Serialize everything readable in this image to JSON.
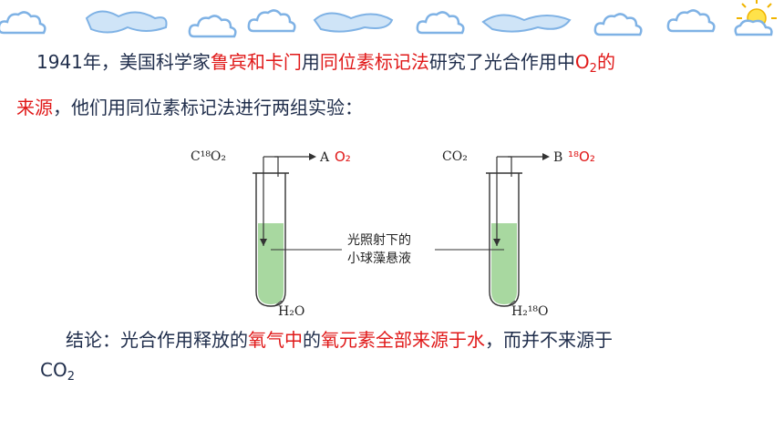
{
  "text": {
    "p1_a": "1941年，美国科学家",
    "p1_red1": "鲁宾和卡门",
    "p1_b": "用",
    "p1_red2": "同位素标记法",
    "p1_c": "研究了光合作用中",
    "p1_o2": "O",
    "p1_o2_sub": "2",
    "p1_d": "的",
    "p2_red": "来源",
    "p2_b": "，他们用同位素标记法进行两组实验：",
    "p3_a": "结论：光合作用释放的",
    "p3_red1": "氧气中",
    "p3_b": "的",
    "p3_red2": "氧元素全部来源于水",
    "p3_c": "，而并不来源于",
    "p4": "CO",
    "p4_sub": "2"
  },
  "diagram": {
    "left_input": "C¹⁸O₂",
    "left_out_letter": "A",
    "left_out": "O₂",
    "right_input": "CO₂",
    "right_out_letter": "B",
    "right_out": "¹⁸O₂",
    "label_line1": "光照射下的",
    "label_line2": "小球藻悬液",
    "left_water": "H₂O",
    "right_water": "H₂¹⁸O"
  },
  "colors": {
    "accent": "#e01818",
    "body_text": "#1f2d4b",
    "suspension": "#a8d8a0",
    "cloud_blue": "#7fb2e5"
  },
  "icons": [
    "cloud-icon",
    "sun-icon"
  ]
}
